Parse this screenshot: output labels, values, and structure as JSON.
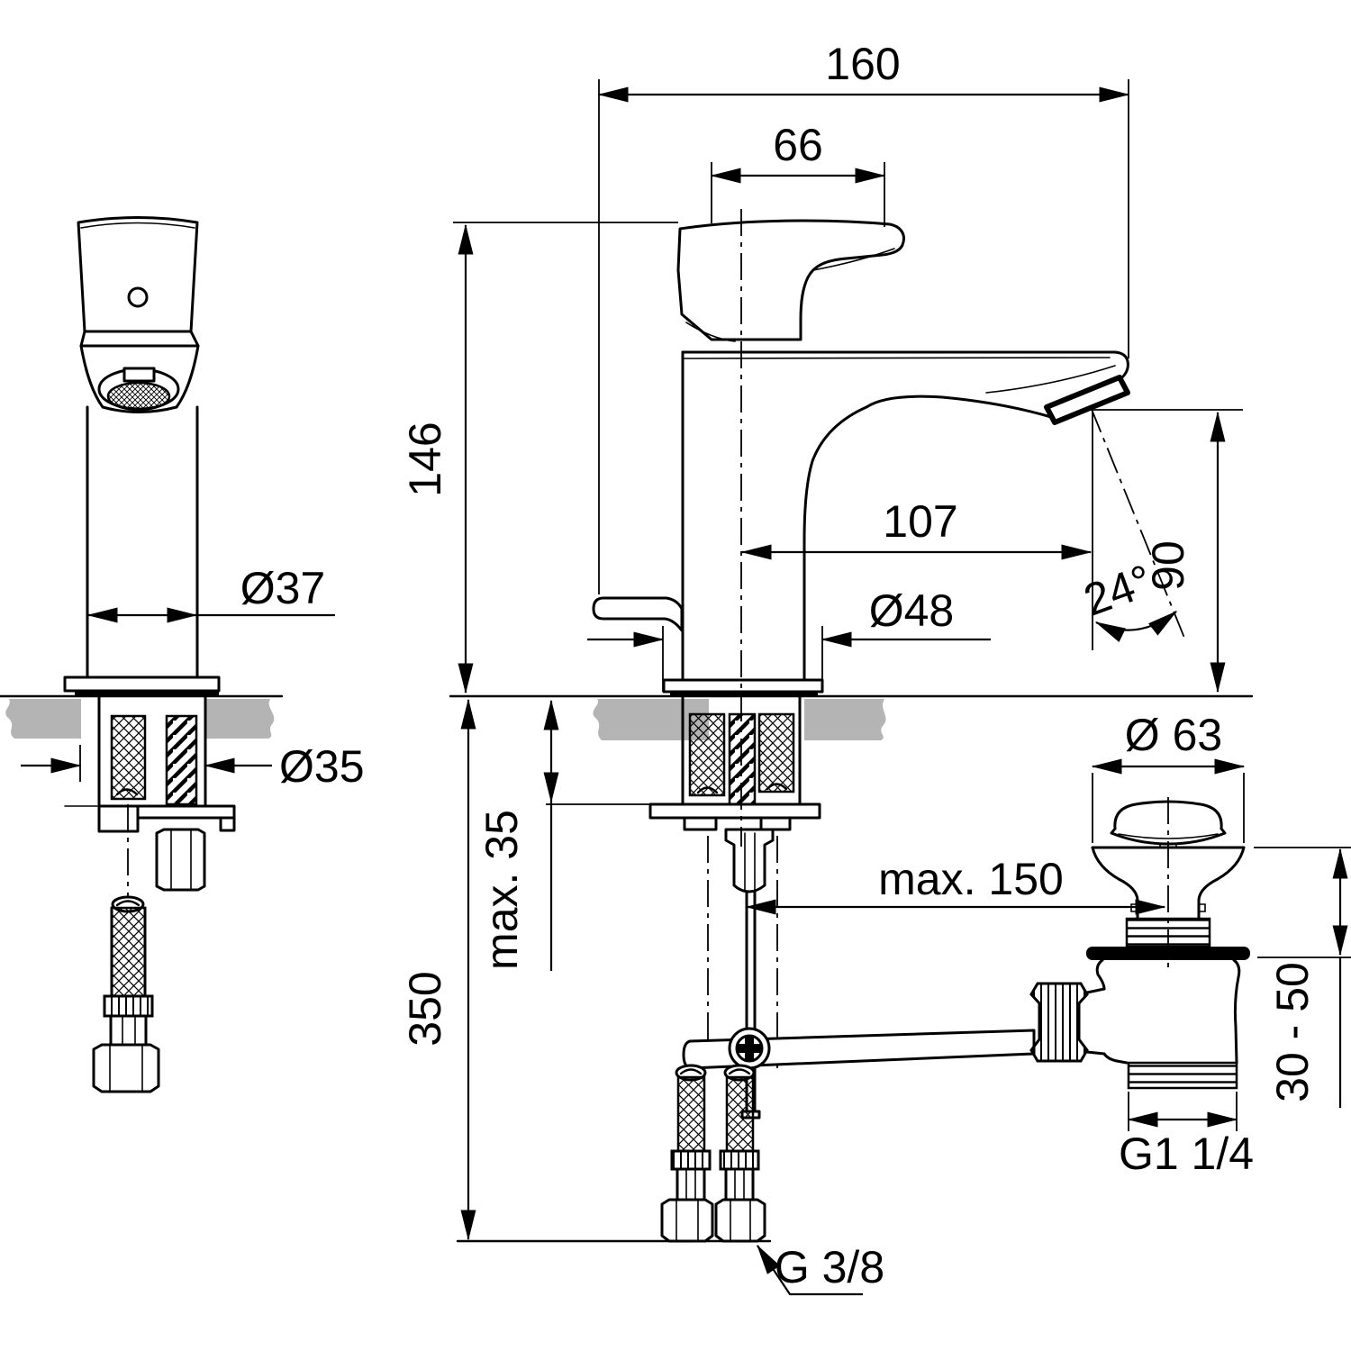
{
  "labels": {
    "width_overall": "160",
    "handle_length": "66",
    "height_total": "146",
    "spout_reach": "107",
    "base_diameter": "Ø48",
    "spout_angle": "24°",
    "outlet_height": "90",
    "body_diameter": "Ø37",
    "hole_diameter": "Ø35",
    "deck_thickness": "max. 35",
    "hose_length": "350",
    "rod_reach": "max. 150",
    "waste_flange_diameter": "Ø 63",
    "waste_adjust_range": "30 - 50",
    "waste_thread": "G1 1/4",
    "hose_thread": "G 3/8"
  },
  "colors": {
    "line": "#000000",
    "countertop": "#b4b4b4",
    "background": "#ffffff"
  }
}
